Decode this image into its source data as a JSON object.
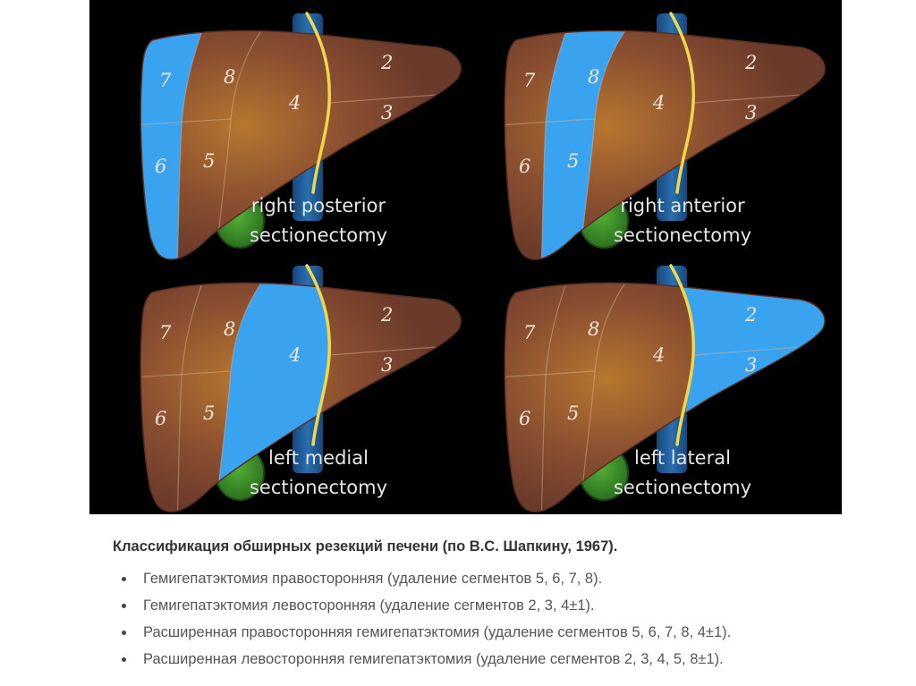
{
  "colors": {
    "background": "#000000",
    "liver": "#7a4530",
    "liver_core": "#b0702e",
    "resected": "#3aa3ef",
    "boundary": "#f0d64a",
    "vena_cava": "#1f5f9e",
    "gallbladder": "#3f9a2a"
  },
  "panels": [
    {
      "name": "right posterior sectionectomy",
      "line1": "right posterior",
      "line2": "sectionectomy",
      "resected_segments": [
        "7",
        "6"
      ],
      "segments": {
        "s7": "7",
        "s8": "8",
        "s4": "4",
        "s2": "2",
        "s3": "3",
        "s6": "6",
        "s5": "5"
      }
    },
    {
      "name": "right anterior sectionectomy",
      "line1": "right anterior",
      "line2": "sectionectomy",
      "resected_segments": [
        "8",
        "5"
      ],
      "segments": {
        "s7": "7",
        "s8": "8",
        "s4": "4",
        "s2": "2",
        "s3": "3",
        "s6": "6",
        "s5": "5"
      }
    },
    {
      "name": "left medial sectionectomy",
      "line1": "left medial",
      "line2": "sectionectomy",
      "resected_segments": [
        "4"
      ],
      "segments": {
        "s7": "7",
        "s8": "8",
        "s4": "4",
        "s2": "2",
        "s3": "3",
        "s6": "6",
        "s5": "5"
      }
    },
    {
      "name": "left lateral sectionectomy",
      "line1": "left lateral",
      "line2": "sectionectomy",
      "resected_segments": [
        "2",
        "3"
      ],
      "segments": {
        "s7": "7",
        "s8": "8",
        "s4": "4",
        "s2": "2",
        "s3": "3",
        "s6": "6",
        "s5": "5"
      }
    }
  ],
  "caption": {
    "title": "Классификация обширных резекций печени (по В.С. Шапкину, 1967).",
    "items": [
      "Гемигепатэктомия правосторонняя (удаление сегментов 5, 6, 7, 8).",
      "Гемигепатэктомия левосторонняя (удаление сегментов 2, 3, 4±1).",
      "Расширенная правосторонняя гемигепатэктомия (удаление сегментов 5, 6, 7, 8, 4±1).",
      "Расширенная левосторонняя гемигепатэктомия (удаление сегментов 2, 3, 4, 5, 8±1)."
    ]
  }
}
